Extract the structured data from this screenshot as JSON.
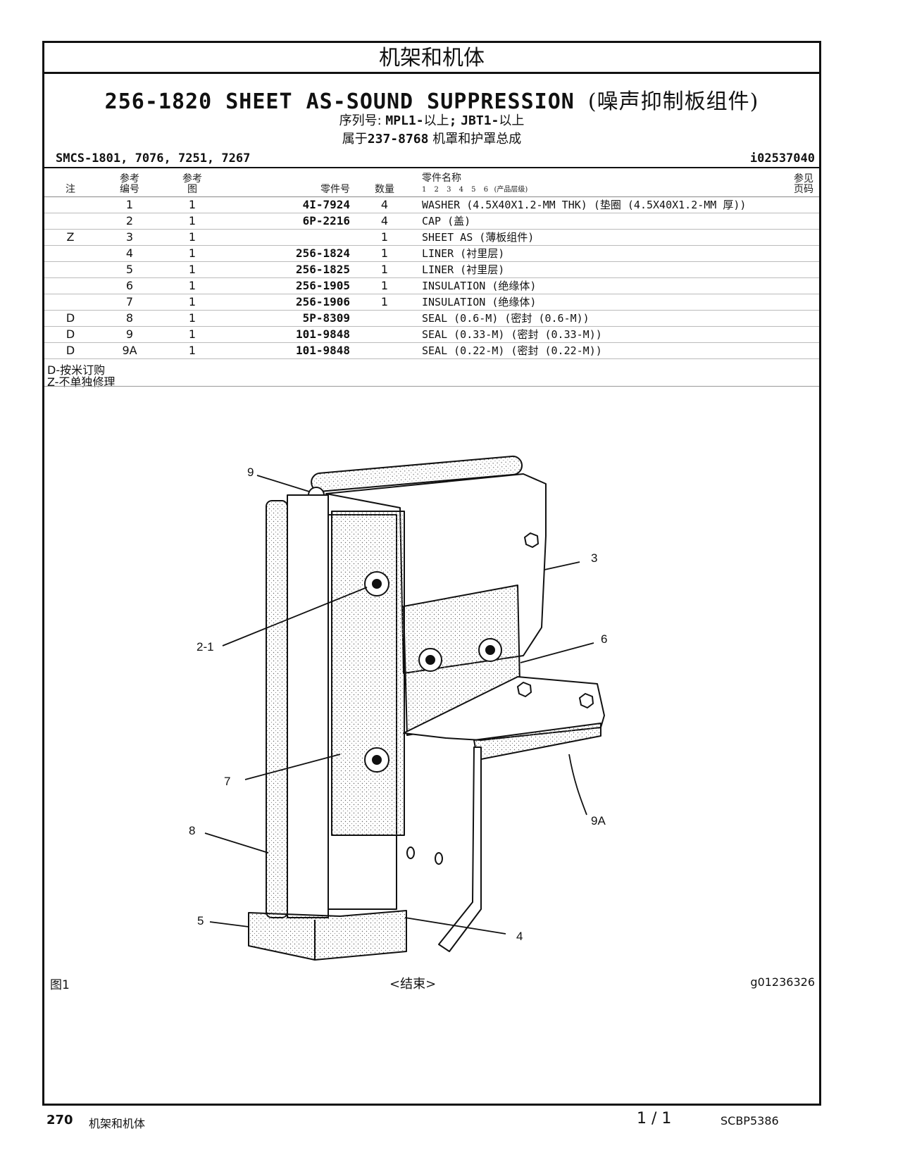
{
  "section_title": "机架和机体",
  "group": {
    "part_number": "256-1820",
    "name": "SHEET AS-SOUND SUPPRESSION",
    "name_cn": "(噪声抑制板组件)"
  },
  "serial": {
    "label": "序列号:",
    "prefix1": "MPL1-",
    "range1": "以上",
    "separator": ";",
    "prefix2": "JBT1-",
    "range2": "以上"
  },
  "parent": {
    "label": "属于",
    "part_number": "237-8768",
    "name": "机罩和护罩总成"
  },
  "smcs": "SMCS-1801, 7076, 7251, 7267",
  "illustration_id": "i02537040",
  "table": {
    "headers": {
      "note": "注",
      "ref_top": "参考",
      "ref_bottom": "编号",
      "fig_top": "参考",
      "fig_bottom": "图",
      "part_no": "零件号",
      "qty": "数量",
      "name_top": "零件名称",
      "levels": "1 2 3 4 5 6",
      "levels_label": "(产品层级)",
      "page_top": "参见",
      "page_bottom": "页码"
    },
    "rows": [
      {
        "note": "",
        "ref": "1",
        "fig": "1",
        "part_no": "4I-7924",
        "qty": "4",
        "name": "WASHER (4.5X40X1.2-MM THK) (垫圈 (4.5X40X1.2-MM 厚))"
      },
      {
        "note": "",
        "ref": "2",
        "fig": "1",
        "part_no": "6P-2216",
        "qty": "4",
        "name": "CAP (盖)"
      },
      {
        "note": "Z",
        "ref": "3",
        "fig": "1",
        "part_no": "",
        "qty": "1",
        "name": "SHEET AS (薄板组件)"
      },
      {
        "note": "",
        "ref": "4",
        "fig": "1",
        "part_no": "256-1824",
        "qty": "1",
        "name": "LINER (衬里层)"
      },
      {
        "note": "",
        "ref": "5",
        "fig": "1",
        "part_no": "256-1825",
        "qty": "1",
        "name": "LINER (衬里层)"
      },
      {
        "note": "",
        "ref": "6",
        "fig": "1",
        "part_no": "256-1905",
        "qty": "1",
        "name": "INSULATION (绝缘体)"
      },
      {
        "note": "",
        "ref": "7",
        "fig": "1",
        "part_no": "256-1906",
        "qty": "1",
        "name": "INSULATION (绝缘体)"
      },
      {
        "note": "D",
        "ref": "8",
        "fig": "1",
        "part_no": "5P-8309",
        "qty": "",
        "name": "SEAL (0.6-M) (密封 (0.6-M))"
      },
      {
        "note": "D",
        "ref": "9",
        "fig": "1",
        "part_no": "101-9848",
        "qty": "",
        "name": "SEAL (0.33-M) (密封 (0.33-M))"
      },
      {
        "note": "D",
        "ref": "9A",
        "fig": "1",
        "part_no": "101-9848",
        "qty": "",
        "name": "SEAL (0.22-M) (密封 (0.22-M))"
      }
    ]
  },
  "notes": [
    "D-按米订购",
    "Z-不单独修理"
  ],
  "callouts": {
    "c9": "9",
    "c3": "3",
    "c2_1": "2-1",
    "c6": "6",
    "c7": "7",
    "c9a": "9A",
    "c8": "8",
    "c5": "5",
    "c4": "4"
  },
  "figure_label": "图1",
  "end_label": "<结束>",
  "graphic_id": "g01236326",
  "footer": {
    "page_number": "270",
    "section": "机架和机体",
    "page_count": "1 / 1",
    "doc_id": "SCBP5386"
  }
}
